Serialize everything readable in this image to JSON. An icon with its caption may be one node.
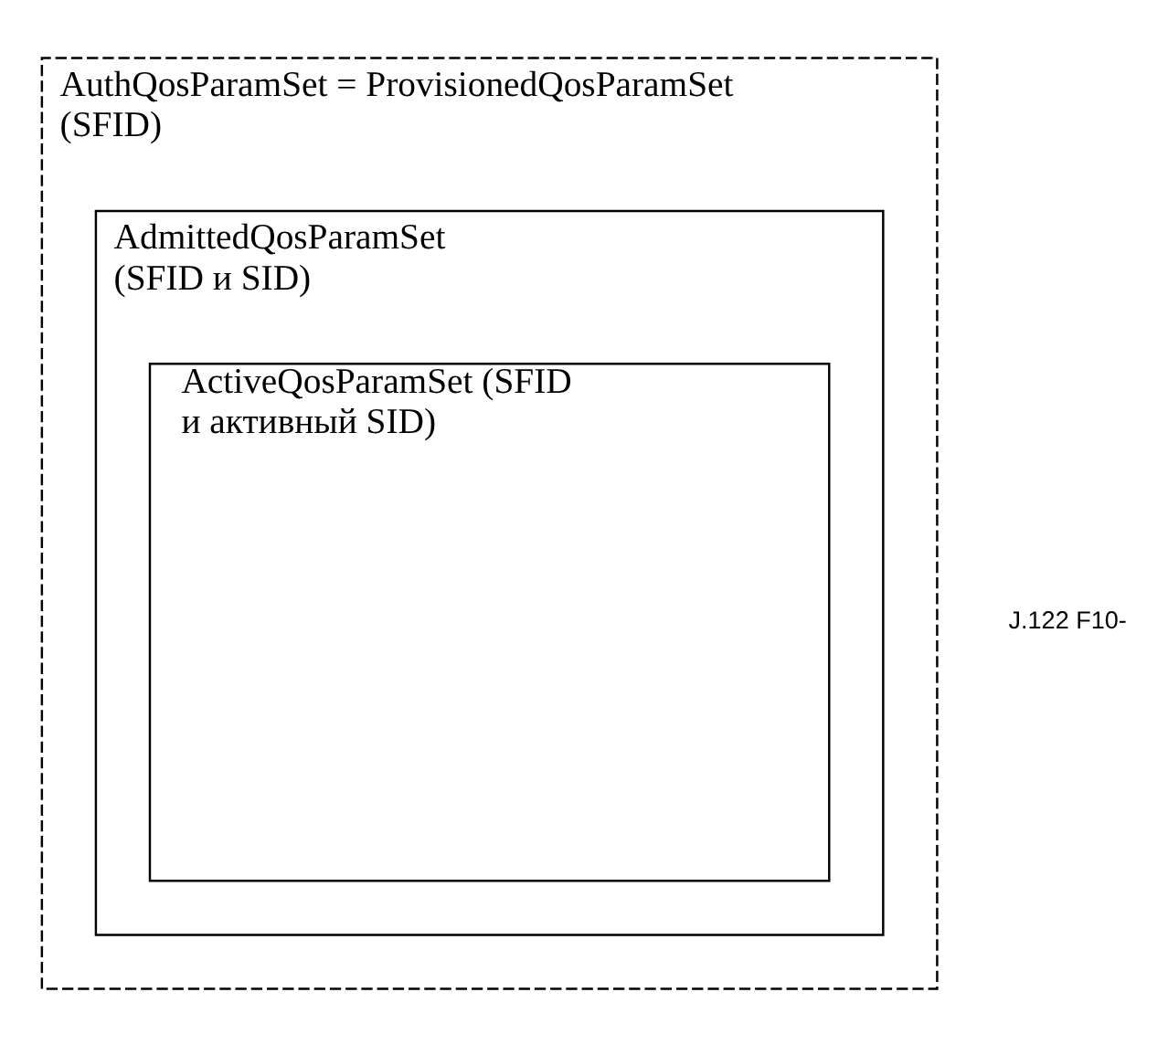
{
  "diagram": {
    "nodes": [
      {
        "text": [
          "AuthQosParamSet = ProvisionedQosParamSet (SFID)"
        ]
      },
      {
        "text": [
          "AdmittedQosParamSet (SFID и SID)"
        ],
        "in": 0
      },
      {
        "text": [
          "ActiveQosParamSet (SFID и активный SID)"
        ],
        "in": 1
      }
    ],
    "edges": [],
    "labels": [
      "J.122 F10-"
    ]
  }
}
